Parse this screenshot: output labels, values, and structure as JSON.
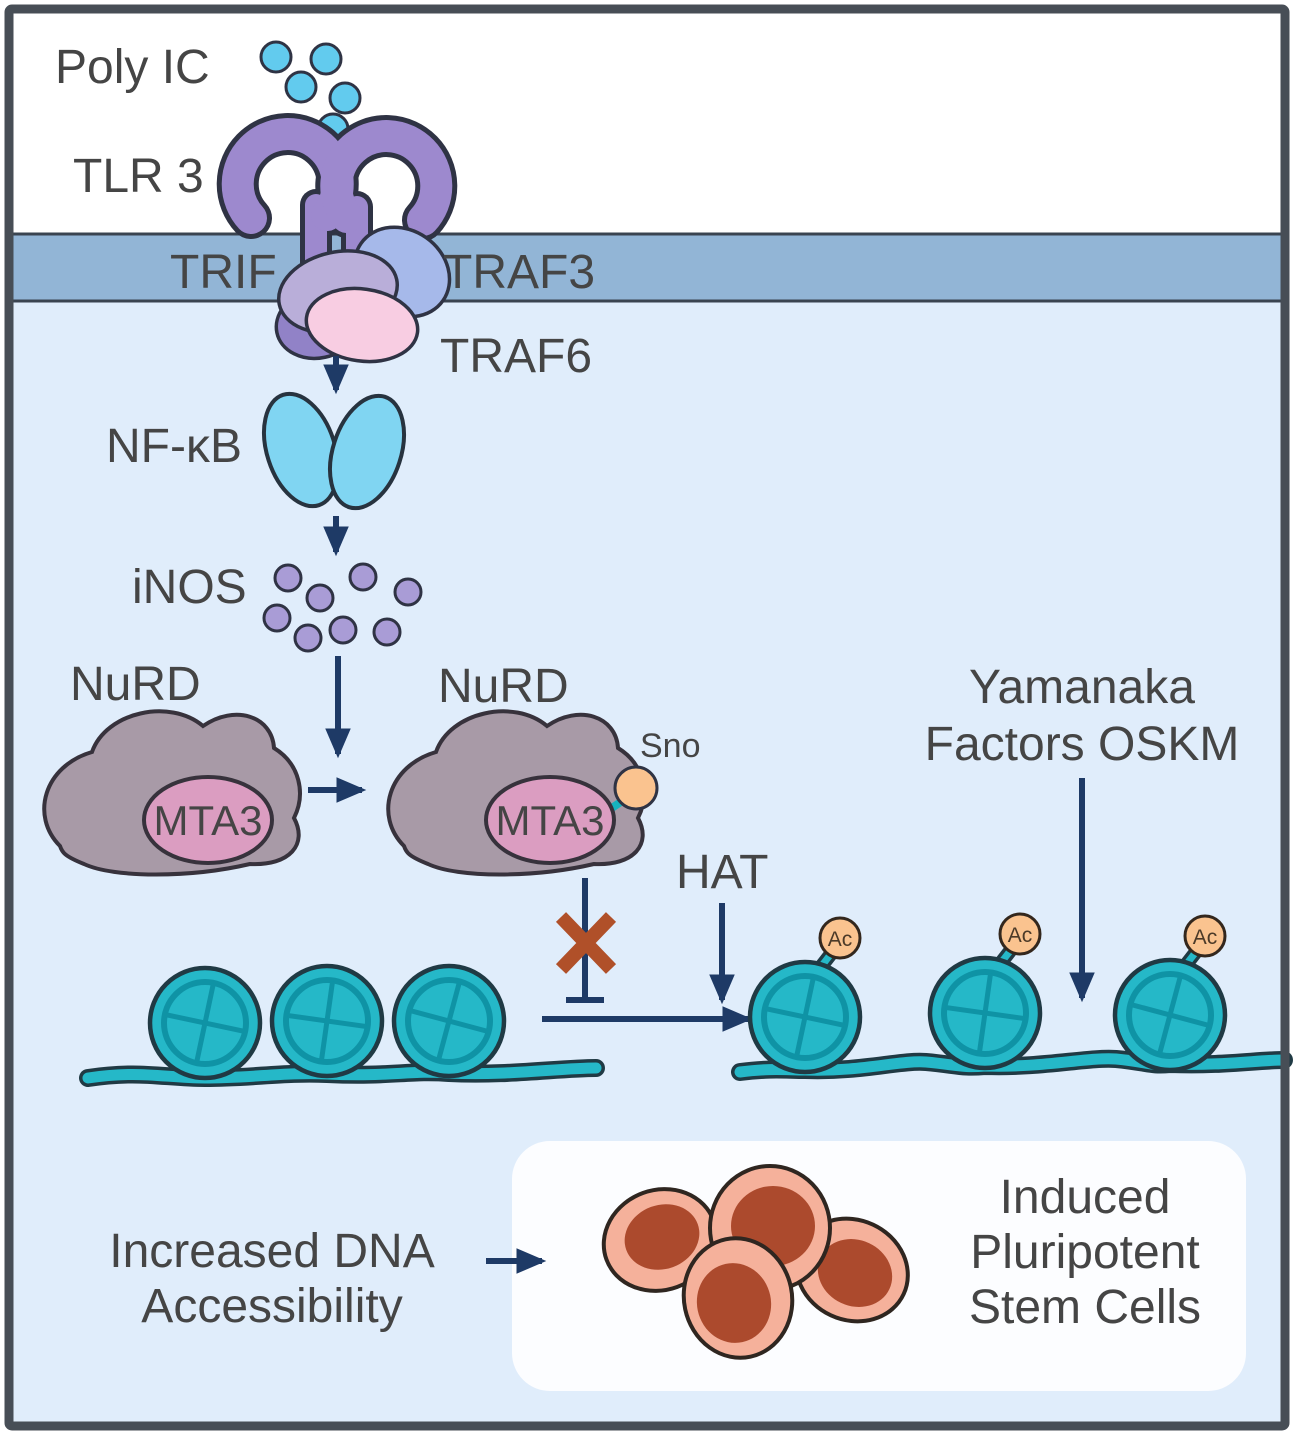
{
  "labels": {
    "poly_ic": "Poly IC",
    "tlr3": "TLR 3",
    "trif": "TRIF",
    "traf3": "TRAF3",
    "traf6": "TRAF6",
    "nfkb": "NF-κB",
    "inos": "iNOS",
    "nurd_left": "NuRD",
    "nurd_right": "NuRD",
    "mta3_left": "MTA3",
    "mta3_right": "MTA3",
    "sno": "Sno",
    "hat": "HAT",
    "yamanaka_line1": "Yamanaka",
    "yamanaka_line2": "Factors OSKM",
    "ac1": "Ac",
    "ac2": "Ac",
    "ac3": "Ac",
    "increased_line1": "Increased DNA",
    "increased_line2": "Accessibility",
    "induced_line1": "Induced",
    "induced_line2": "Pluripotent",
    "induced_line3": "Stem Cells"
  },
  "colors": {
    "extracellular": "#ffffff",
    "membrane": "#92b5d6",
    "cytoplasm": "#e0edfb",
    "frame": "#474e56",
    "text": "#454545",
    "arrow": "#1e3a66",
    "inhibit_x": "#b05029",
    "tlr3_purple": "#9d89ce",
    "trif_lavender": "#b9aed9",
    "traf3_blue": "#a6b9ea",
    "traf6_pink": "#f8cde2",
    "adapter_back_purple": "#9182c7",
    "nfkb_cyan": "#80d5f2",
    "poly_ic_cyan": "#62cbee",
    "inos_purple": "#a99cd6",
    "nurd_gray": "#a89aa7",
    "mta3_pink": "#db9dc1",
    "sno_ac_orange": "#fac38f",
    "nucleosome_teal": "#25b8c8",
    "nucleosome_inner_teal": "#0f93a5",
    "dna_outline": "#203a44",
    "cell_body": "#f5b19b",
    "cell_nucleus": "#ac4a2d",
    "result_box": "#fcfdff"
  }
}
